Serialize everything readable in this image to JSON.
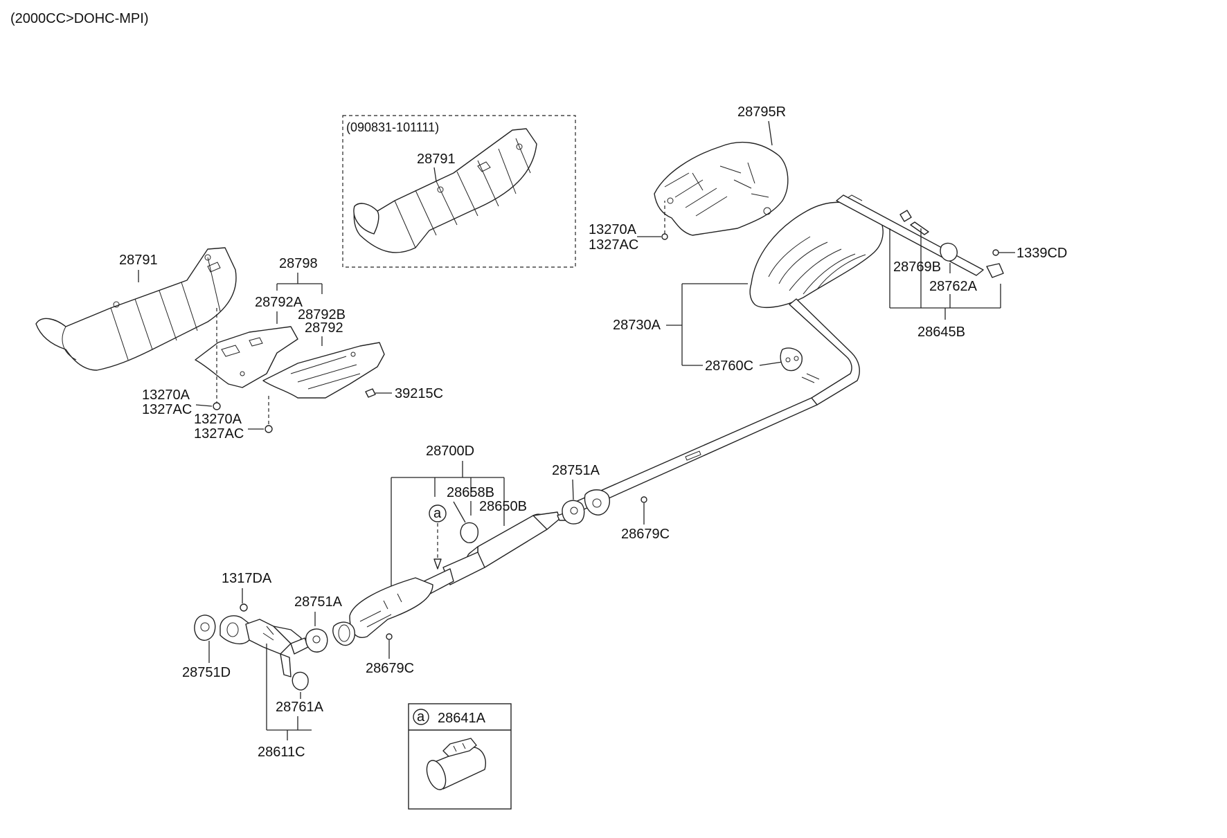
{
  "header": {
    "engine_label": "(2000CC>DOHC-MPI)"
  },
  "inset_box": {
    "date_range": "(090831-101111)"
  },
  "legend_box": {
    "marker": "a",
    "part": "28641A"
  },
  "callout_marker": "a",
  "part_numbers": {
    "p28791_inset": "28791",
    "p28795R": "28795R",
    "p13270A_top": "13270A",
    "p1327AC_top": "1327AC",
    "p1339CD": "1339CD",
    "p28769B": "28769B",
    "p28762A": "28762A",
    "p28645B": "28645B",
    "p28730A": "28730A",
    "p28760C": "28760C",
    "p28791_left": "28791",
    "p28798": "28798",
    "p28792A": "28792A",
    "p28792B": "28792B",
    "p28792": "28792",
    "p13270A_left1": "13270A",
    "p1327AC_left1": "1327AC",
    "p13270A_left2": "13270A",
    "p1327AC_left2": "1327AC",
    "p39215C": "39215C",
    "p28700D": "28700D",
    "p28658B": "28658B",
    "p28650B": "28650B",
    "p28751A_right": "28751A",
    "p28679C_right": "28679C",
    "p1317DA": "1317DA",
    "p28751A_left": "28751A",
    "p28751D": "28751D",
    "p28679C_left": "28679C",
    "p28761A": "28761A",
    "p28611C": "28611C"
  }
}
